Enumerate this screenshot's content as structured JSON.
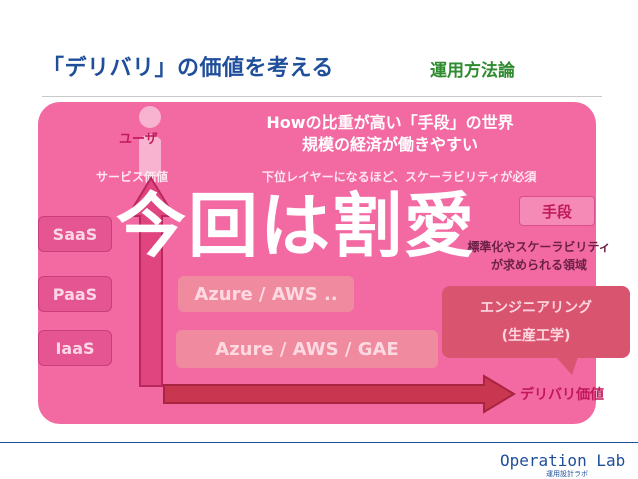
{
  "header": {
    "title": "「デリバリ」の価値を考える",
    "subtitle": "運用方法論"
  },
  "diagram": {
    "user_label": "ユーザ",
    "how_line1": "Howの比重が高い「手段」の世界",
    "how_line2": "規模の経済が働きやすい",
    "scale_note": "下位レイヤーになるほど、スケーラビリティが必須",
    "service_value": "サービス価値",
    "layers": [
      "SaaS",
      "PaaS",
      "IaaS"
    ],
    "azure_upper": "Azure / AWS ..",
    "azure_lower": "Azure / AWS / GAE",
    "overlay_text": "今回は割愛",
    "means_box": "手段",
    "standardization_line1": "標準化やスケーラビリティ",
    "standardization_line2": "が求められる領域",
    "engineering_line1": "エンジニアリング",
    "engineering_line2": "(生産工学)",
    "delivery_value": "デリバリ価値"
  },
  "footer": {
    "brand": "Operation Lab",
    "brand_sub": "運用設計ラボ"
  },
  "colors": {
    "title_blue": "#1f4e9a",
    "subtitle_green": "#2e8b2e",
    "panel_pink": "#f36aa3",
    "arrow_red": "#c9364f"
  }
}
